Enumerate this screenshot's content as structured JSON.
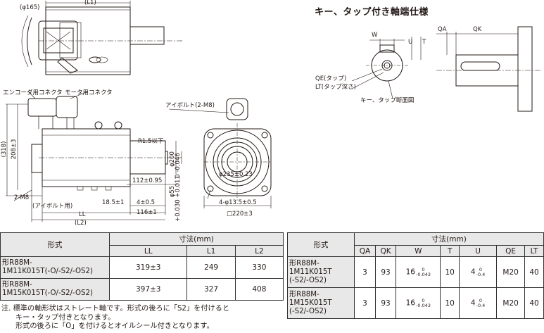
{
  "drawing": {
    "title": "キー、タップ付き軸端仕様",
    "labels": {
      "phi165": "(φ165)",
      "L1": "(L1)",
      "encoder_connector": "エンコーダ用コネクタ",
      "motor_connector": "モータ用コネクタ",
      "dim_208": "208±3",
      "dim_318": "(318)",
      "eyebolt_2m8": "アイボルト(2-M8)",
      "r15": "R1.5以下",
      "dim_200": "φ200",
      "dim_200_tol": "0 -0.046",
      "dim_112": "112±0.95",
      "dim_55": "φ55",
      "dim_55_tol": "+0.030 +0.011",
      "dim_235": "φ235±0.23",
      "dim_2m8": "2-M8",
      "dim_2m8_sub": "(アイボルト用)",
      "dim_185": "18.5±1",
      "dim_4": "4±0.5",
      "dim_116": "116±1",
      "LL": "LL",
      "L2": "(L2)",
      "dim_4phi": "4-φ13.5±0.5",
      "dim_220": "□220±3",
      "W": "W",
      "U": "U",
      "T": "T",
      "QA": "QA",
      "QK": "QK",
      "QE": "QE(タップ)",
      "LT": "LT(タップ深さ)",
      "key_section": "キー、タップ断面図"
    }
  },
  "left_table": {
    "header_model": "形式",
    "header_dim": "寸法(mm)",
    "cols": [
      "LL",
      "L1",
      "L2"
    ],
    "rows": [
      {
        "model_line1": "形R88M-",
        "model_line2": "1M11K015T(-O/-S2/-OS2)",
        "values": [
          "319±3",
          "249",
          "330"
        ]
      },
      {
        "model_line1": "形R88M-",
        "model_line2": "1M15K015T(-O/-S2/-OS2)",
        "values": [
          "397±3",
          "327",
          "408"
        ]
      }
    ]
  },
  "right_table": {
    "header_model": "形式",
    "header_dim": "寸法(mm)",
    "cols": [
      "QA",
      "QK",
      "W",
      "T",
      "U",
      "QE",
      "LT"
    ],
    "rows": [
      {
        "model_line1": "形R88M-",
        "model_line2": "1M11K015T",
        "model_line3": "(-S2/-OS2)",
        "QA": "3",
        "QK": "93",
        "W": "16",
        "W_tol_top": "0",
        "W_tol_bot": "-0.043",
        "T": "10",
        "U": "4",
        "U_tol_top": "0",
        "U_tol_bot": "-0.4",
        "QE": "M20",
        "LT": "40"
      },
      {
        "model_line1": "形R88M-",
        "model_line2": "1M15K015T",
        "model_line3": "(-S2/-OS2)",
        "QA": "3",
        "QK": "93",
        "W": "16",
        "W_tol_top": "0",
        "W_tol_bot": "-0.043",
        "T": "10",
        "U": "4",
        "U_tol_top": "0",
        "U_tol_bot": "-0.4",
        "QE": "M20",
        "LT": "40"
      }
    ]
  },
  "notes": {
    "line1": "注. 標準の軸形状はストレート軸です。形式の後ろに「S2」を付けると",
    "line2": "キー・タップ付きとなります。",
    "line3": "形式の後ろに「O」を付けるとオイルシール付きとなります。"
  }
}
